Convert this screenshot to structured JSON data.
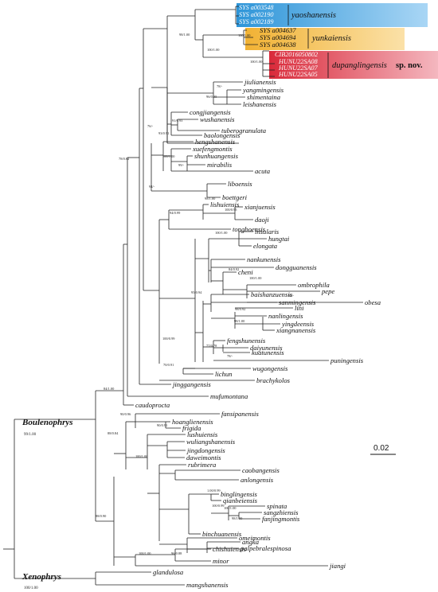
{
  "highlights": [
    {
      "name": "yaoshanensis",
      "color": "#2e95d8",
      "color2": "#a9d6f5",
      "tips": [
        "SYS a003548",
        "SYS a002190",
        "SYS a002189"
      ]
    },
    {
      "name": "yunkaiensis",
      "color": "#f1b234",
      "color2": "#fbe1a8",
      "tips": [
        "SYS a004637",
        "SYS a004694",
        "SYS a004638"
      ]
    },
    {
      "name": "dupanglingensis",
      "bold_suffix": "sp. nov.",
      "color": "#d92a3a",
      "color2": "#f4b7bf",
      "tips": [
        "CIB2016050802",
        "HUNU22SA08",
        "HUNU22SA07",
        "HUNU22SA05"
      ]
    }
  ],
  "supports": {
    "s98_100": "98/1.00",
    "s100_100a": "100/1.00",
    "s100_100b": "100/1.00",
    "s100_100c": "100/1.00",
    "s78": "78/-",
    "s96_95": "96/0.95",
    "s91_93": "91/0.93",
    "s93_91": "93/0.91",
    "s76": "76/-",
    "s100_100d": "100/1.00",
    "s99": "99/-",
    "s78_82": "78/0.82",
    "s94": "94/-",
    "s98_100b": "98/1.00",
    "s100_95": "100/0.95",
    "s94_99": "94/0.99",
    "s100_100e": "100/1.00",
    "s84_92": "84/0.92",
    "s100_100f": "100/1.00",
    "s98": "98/-",
    "s95_94": "95/0.94",
    "s98_92": "98/0.92",
    "s98_100c": "98/1.00",
    "s77_78": "77/0.78",
    "s78b": "78/-",
    "s70_91": "70/0.91",
    "s100_99": "100/0.99",
    "s84_100": "84/1.00",
    "s90_96": "90/0.96",
    "s90_91": "90/0.91",
    "s88_84": "88/0.84",
    "s100_100g": "100/1.00",
    "s100_99b": "1.00/0.99",
    "s100_99c": "100/0.99",
    "s100_100h": "100/1.00",
    "s98_100d": "98/1.00",
    "s88_90": "88/0.90",
    "s100_100i": "100/1.00",
    "s96_88": "96/0.88",
    "s99_100": "99/1.00",
    "s100_100j": "100/1.00"
  },
  "tips": {
    "jiulianensis": "jiulianensis",
    "yangmingensis": "yangmingensis",
    "shimentaina": "shimentaina",
    "leishanensis": "leishanensis",
    "congjiangensis": "congjiangensis",
    "wushanensis": "wushanensis",
    "tuberogranulata": "tuberogranulata",
    "baolongensis": "baolongensis",
    "hengshanensis": "hengshanensis",
    "xuefengmontis": "xuefengmontis",
    "shunhuangensis": "shunhuangensis",
    "mirabilis": "mirabilis",
    "acuta": "acuta",
    "liboensis": "liboensis",
    "boettgeri": "boettgeri",
    "lishuiensis": "lishuiensis",
    "xianjuensis": "xianjuensis",
    "daoji": "daoji",
    "tongboensis": "tongboensis",
    "insularis": "insularis",
    "hungtai": "hungtai",
    "elongata": "elongata",
    "nankunensis": "nankunensis",
    "dongguanensis": "dongguanensis",
    "cheni": "cheni",
    "ombrophila": "ombrophila",
    "pepe": "pepe",
    "obesa": "obesa",
    "baishanzuensis": "baishanzuensis",
    "sanmingensis": "sanmingensis",
    "lini": "lini",
    "nanlingensis": "nanlingensis",
    "yingdeensis": "yingdeensis",
    "xiangnanensis": "xiangnanensis",
    "fengshunensis": "fengshunensis",
    "daiyunensis": "daiyunensis",
    "kuatunensis": "kuatunensis",
    "puningensis": "puningensis",
    "wugongensis": "wugongensis",
    "lichun": "lichun",
    "brachykolos": "brachykolos",
    "jinggangensis": "jinggangensis",
    "mufumontana": "mufumontana",
    "caudoprocta": "caudoprocta",
    "fansipanensis": "fansipanensis",
    "hoanglienensis": "hoanglienensis",
    "frigida": "frigida",
    "lushuiensis": "lushuiensis",
    "wuliangshanensis": "wuliangshanensis",
    "jingdongensis": "jingdongensis",
    "daweimontis": "daweimontis",
    "rubrimera": "rubrimera",
    "caobangensis": "caobangensis",
    "anlongensis": "anlongensis",
    "binglingensis": "binglingensis",
    "qianbeiensis": "qianbeiensis",
    "spinata": "spinata",
    "sangzhiensis": "sangzhiensis",
    "fanjingmontis": "fanjingmontis",
    "binchuanensis": "binchuanensis",
    "omeimontis": "omeimontis",
    "angka": "angka",
    "palpebralespinosa": "palpebralespinosa",
    "chishuiensis": "chishuiensis",
    "minor": "minor",
    "jiangi": "jiangi",
    "glandulosa": "glandulosa",
    "mangshanensis": "mangshanensis"
  },
  "genera": {
    "boulenophrys": "Boulenophrys",
    "xenophrys": "Xenophrys"
  },
  "scale_bar": {
    "label": "0.02",
    "value": 0.02
  }
}
